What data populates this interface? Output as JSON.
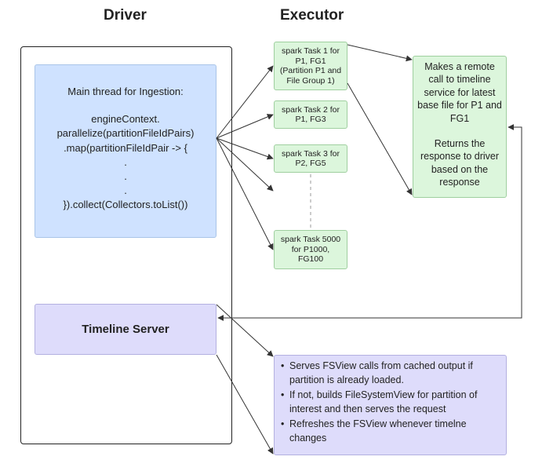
{
  "headings": {
    "driver": "Driver",
    "executor": "Executor"
  },
  "main_thread": {
    "title": "Main thread for Ingestion:",
    "code_lines": [
      "engineContext.",
      "parallelize(partitionFileIdPairs)",
      ".map(partitionFileIdPair -> {",
      ".",
      ".",
      ".",
      "}).collect(Collectors.toList())"
    ]
  },
  "timeline_server": {
    "label": "Timeline Server"
  },
  "tasks": [
    {
      "lines": [
        "spark Task 1 for",
        "P1, FG1",
        "(Partition P1 and",
        "File Group 1)"
      ]
    },
    {
      "lines": [
        "spark Task 2 for",
        "P1, FG3"
      ]
    },
    {
      "lines": [
        "spark Task 3 for",
        "P2, FG5"
      ]
    },
    {
      "lines": [
        "spark Task 5000",
        "for P1000,",
        "FG100"
      ]
    }
  ],
  "remote_call": {
    "lines_top": [
      "Makes a remote",
      "call to timeline",
      "service for latest",
      "base file for P1 and",
      "FG1"
    ],
    "lines_bottom": [
      "Returns the",
      "response to driver",
      "based on the",
      "response"
    ]
  },
  "fsview": {
    "bullets": [
      "Serves FSView calls from cached output if partition is already loaded.",
      "If not, builds FileSystemView for partition of interest and then serves the request",
      "Refreshes the FSView whenever timelne changes"
    ]
  },
  "colors": {
    "driver_box": "#cfe2ff",
    "task_box": "#dcf6dc",
    "server_box": "#dedcfb",
    "line": "#333333"
  }
}
